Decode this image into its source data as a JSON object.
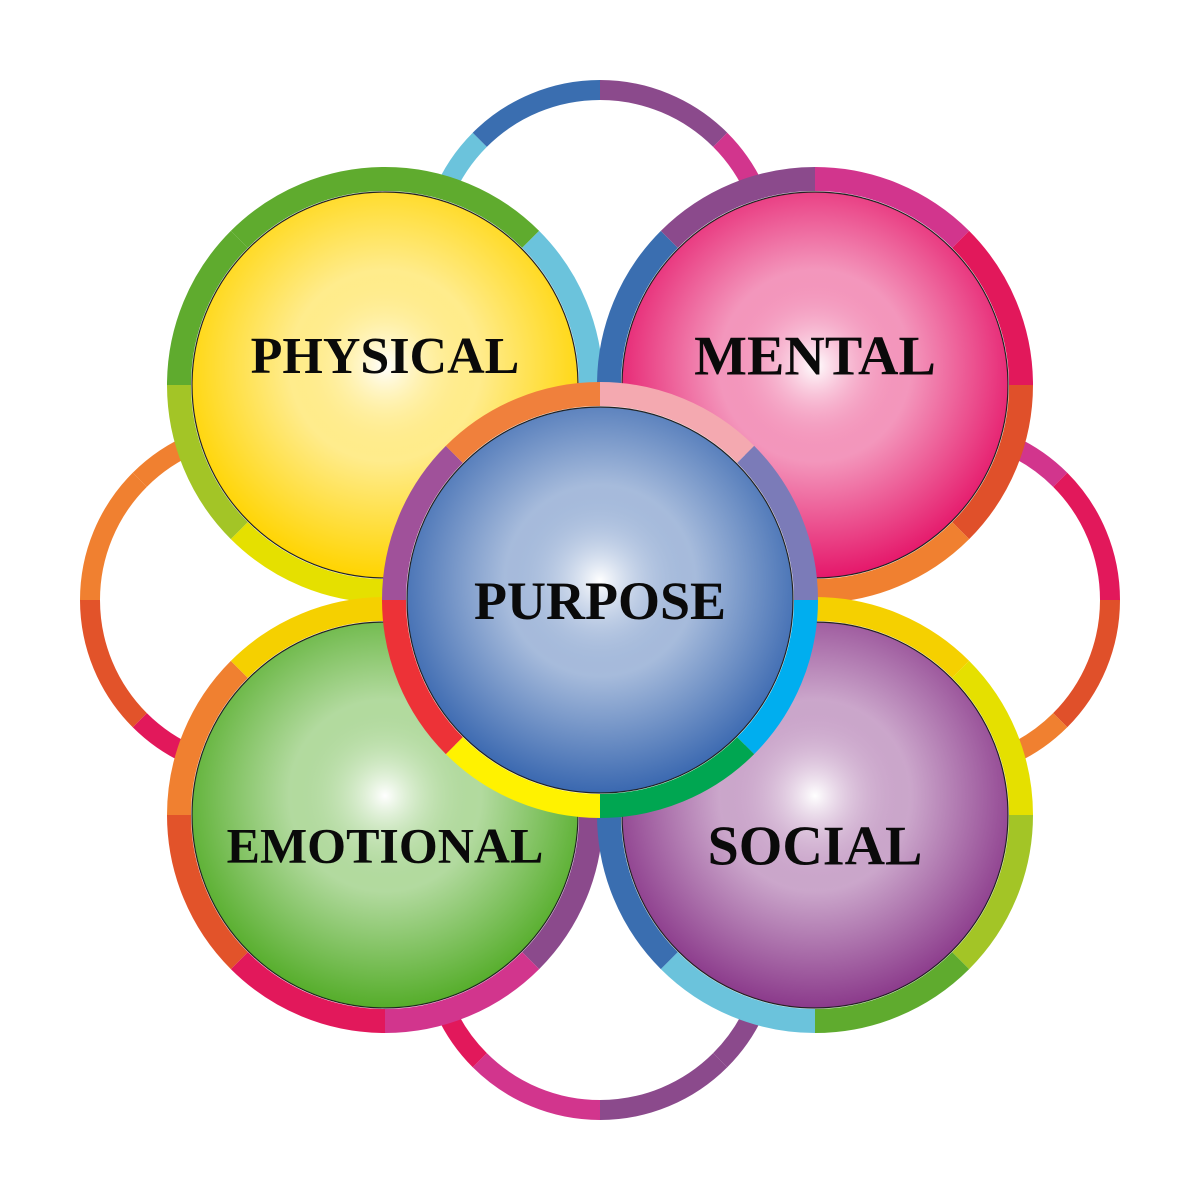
{
  "diagram": {
    "center": {
      "label": "PURPOSE",
      "fill": "#3a68b0",
      "ring": [
        "#f4a9b0",
        "#7b7bb8",
        "#00aeef",
        "#00a651",
        "#fff200",
        "#ed3237",
        "#a0519a",
        "#f0803c"
      ]
    },
    "petals": [
      {
        "id": "physical",
        "label": "PHYSICAL",
        "fill": "#ffd400",
        "ring": [
          "#5fab2e",
          "#6bc3dc",
          "#6bc3dc",
          "#e5e000",
          "#e5e000",
          "#a3c526",
          "#5fab2e",
          "#5fab2e"
        ]
      },
      {
        "id": "mental",
        "label": "MENTAL",
        "fill": "#e5176a",
        "ring": [
          "#d2358d",
          "#e2185b",
          "#e0502a",
          "#f08030",
          "#f08030",
          "#3a6eb0",
          "#3a6eb0",
          "#8b4a8c"
        ]
      },
      {
        "id": "emotional",
        "label": "EMOTIONAL",
        "fill": "#55ad2a",
        "ring": [
          "#f5d000",
          "#8b4a8c",
          "#8b4a8c",
          "#d2358d",
          "#e2185b",
          "#e2532a",
          "#f08030",
          "#f5d000"
        ]
      },
      {
        "id": "social",
        "label": "SOCIAL",
        "fill": "#8b3a8b",
        "ring": [
          "#f5d000",
          "#e5e000",
          "#a3c526",
          "#5fab2e",
          "#6bc3dc",
          "#3a6eb0",
          "#3a6eb0",
          "#f5d000"
        ]
      }
    ],
    "outer_rings": [
      {
        "id": "top",
        "ring": [
          "#8b4a8c",
          "#d2358d",
          "#d2358d",
          "#d2358d",
          "#6bc3dc",
          "#6bc3dc",
          "#6bc3dc",
          "#3a6eb0"
        ]
      },
      {
        "id": "right",
        "ring": [
          "#d2358d",
          "#e2185b",
          "#e0502a",
          "#f08030",
          "#f08030",
          "#f08030",
          "#d2358d",
          "#d2358d"
        ]
      },
      {
        "id": "bottom",
        "ring": [
          "#3a6eb0",
          "#3a6eb0",
          "#8b4a8c",
          "#8b4a8c",
          "#d2358d",
          "#e2185b",
          "#e2185b",
          "#e2185b"
        ]
      },
      {
        "id": "left",
        "ring": [
          "#f5d000",
          "#f5d000",
          "#f5d000",
          "#e2185b",
          "#e2185b",
          "#e2532a",
          "#f08030",
          "#f08030"
        ]
      }
    ]
  }
}
